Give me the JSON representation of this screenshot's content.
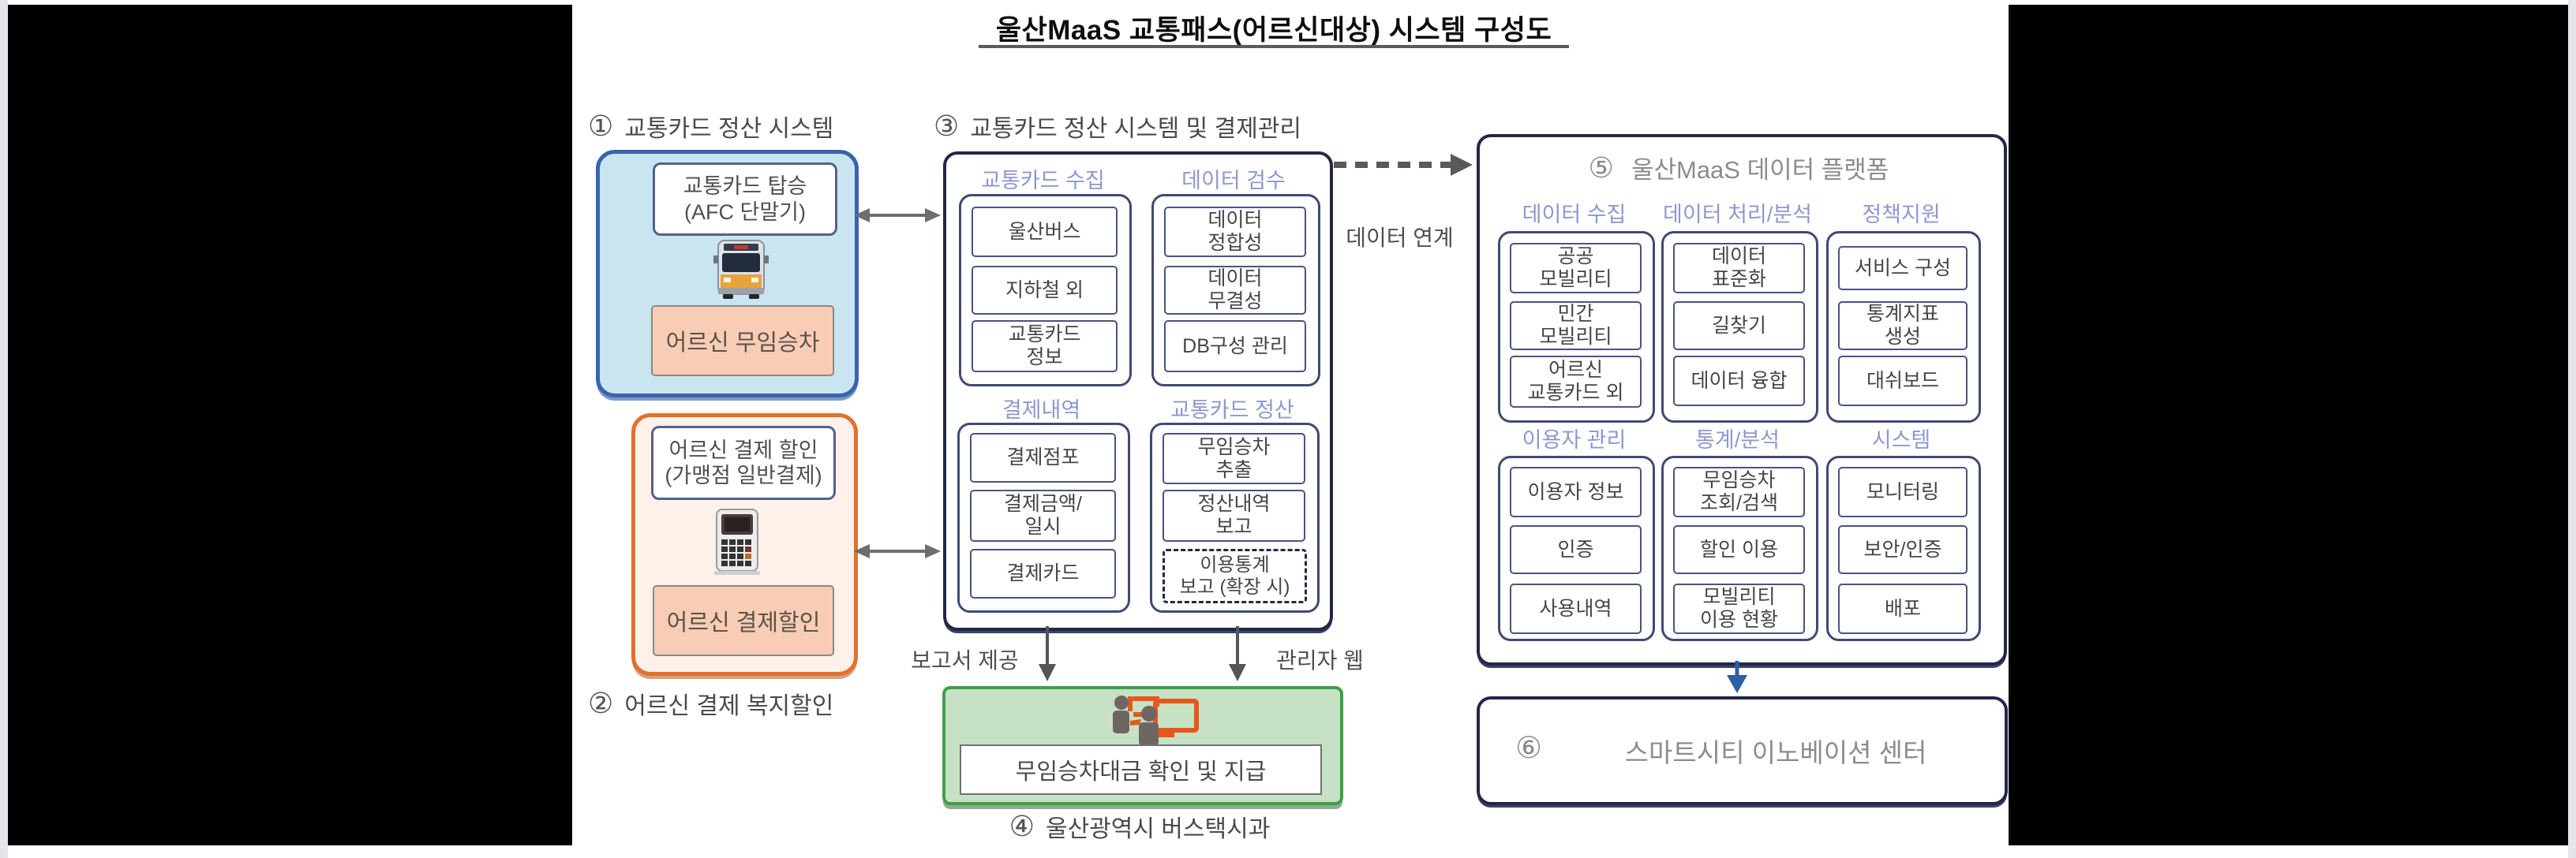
{
  "title": "울산MaaS 교통패스(어르신대상) 시스템 구성도",
  "connectors": {
    "data_link": "데이터 연계",
    "report": "보고서 제공",
    "admin_web": "관리자 웹"
  },
  "s1": {
    "num": "①",
    "label": "교통카드 정산 시스템",
    "card": "교통카드 탑승\n(AFC 단말기)",
    "badge": "어르신 무임승차",
    "icon": "bus-icon"
  },
  "s2": {
    "num": "②",
    "label": "어르신 결제 복지할인",
    "card": "어르신 결제 할인\n(가맹점 일반결제)",
    "badge": "어르신 결제할인",
    "icon": "card-terminal-icon"
  },
  "s3": {
    "num": "③",
    "label": "교통카드 정산 시스템 및 결제관리",
    "groups": [
      {
        "name": "교통카드 수집",
        "items": [
          "울산버스",
          "지하철 외",
          "교통카드\n정보"
        ]
      },
      {
        "name": "데이터 검수",
        "items": [
          "데이터\n정합성",
          "데이터\n무결성",
          "DB구성 관리"
        ]
      },
      {
        "name": "결제내역",
        "items": [
          "결제점포",
          "결제금액/\n일시",
          "결제카드"
        ]
      },
      {
        "name": "교통카드 정산",
        "items": [
          "무임승차\n추출",
          "정산내역\n보고",
          "이용통계\n보고 (확장 시)"
        ]
      }
    ]
  },
  "s4": {
    "num": "④",
    "label": "울산광역시 버스택시과",
    "box": "무임승차대금 확인 및 지급",
    "icon": "staff-monitor-icon"
  },
  "s5": {
    "num": "⑤",
    "label": "울산MaaS 데이터 플랫폼",
    "groups": [
      {
        "name": "데이터 수집",
        "items": [
          "공공\n모빌리티",
          "민간\n모빌리티",
          "어르신\n교통카드 외"
        ]
      },
      {
        "name": "데이터 처리/분석",
        "items": [
          "데이터\n표준화",
          "길찾기",
          "데이터 융합"
        ]
      },
      {
        "name": "정책지원",
        "items": [
          "서비스 구성",
          "통계지표\n생성",
          "대쉬보드"
        ]
      },
      {
        "name": "이용자 관리",
        "items": [
          "이용자 정보",
          "인증",
          "사용내역"
        ]
      },
      {
        "name": "통계/분석",
        "items": [
          "무임승차\n조회/검색",
          "할인 이용",
          "모빌리티\n이용 현황"
        ]
      },
      {
        "name": "시스템",
        "items": [
          "모니터링",
          "보안/인증",
          "배포"
        ]
      }
    ]
  },
  "s6": {
    "num": "⑥",
    "label": "스마트시티 이노베이션 센터"
  },
  "colors": {
    "blue_border": "#3a62ae",
    "blue_fill": "#c9e5f0",
    "orange_border": "#e2702f",
    "orange_fill": "#fdf1ea",
    "pink_fill": "#f8ccb5",
    "green_border": "#3f9f4b",
    "green_fill": "#c6e1c3",
    "navy": "#22274a",
    "item_border": "#4a5380",
    "group_label": "#8d98cf",
    "arrow": "#6e6e6e",
    "blue_arrow": "#2d5fa6"
  }
}
